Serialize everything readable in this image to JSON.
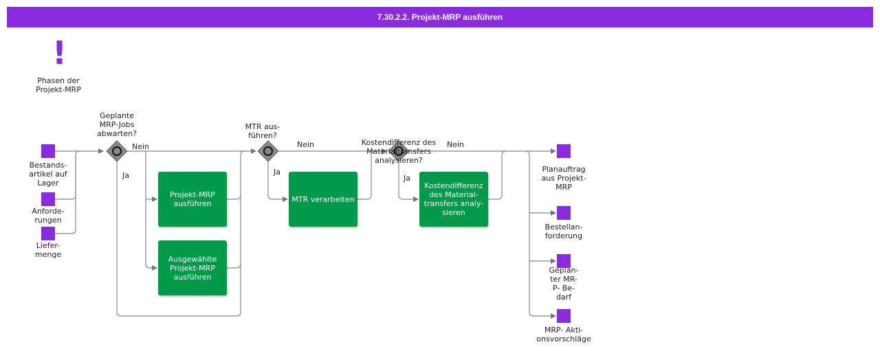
{
  "header": {
    "title": "7.30.2.2. Projekt-MRP ausführen"
  },
  "annotation": {
    "label": "Phasen der\nProjekt-MRP"
  },
  "inputs": {
    "bestandsartikel": "Bestands-\nartikel auf\nLager",
    "anforderungen": "Anforde-\nrungen",
    "liefermenge": "Liefer-\nmenge"
  },
  "gateways": {
    "g1": "Geplante\nMRP-Jobs\nabwarten?",
    "g2": "MTR   aus-\nführen?",
    "g3": "Kostendifferenz des\nMaterialtransfers\nanalysieren?"
  },
  "edges": {
    "nein": "Nein",
    "ja": "Ja"
  },
  "tasks": {
    "projekt_mrp": "Projekt-MRP\nausführen",
    "ausgewaehlte": "Ausgewählte\nProjekt-MRP\nausführen",
    "mtr": "MTR verarbeiten",
    "kosten": "Kostendifferenz\ndes Material-\ntransfers analy-\nsieren"
  },
  "outputs": {
    "planauftrag": "Planauftrag\naus Projekt-\nMRP",
    "bestellanforderung": "Bestellan-\nforderung",
    "bedarf": "Geplan-\nter  MR-\nP- Be-\ndarf",
    "aktionsvorschlaege": "MRP-          Akti-\nonsvorschläge"
  },
  "colors": {
    "header": "#8a2be2",
    "artifact": "#8a2be2",
    "task": "#009a4a",
    "gateway": "#888888"
  }
}
